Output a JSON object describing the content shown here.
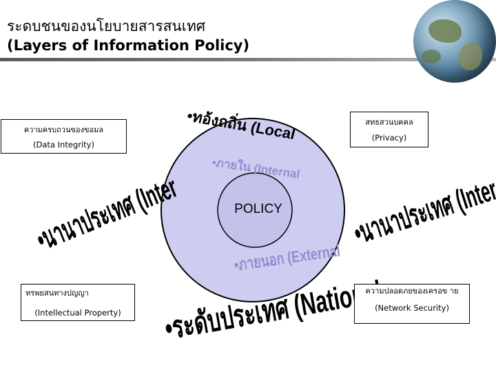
{
  "title": {
    "thai": "ระดบชนของนโยบายสารสนเทศ",
    "english": "(Layers of Information Policy)"
  },
  "center": {
    "label": "POLICY"
  },
  "rings": {
    "local": "•ทอ้งถถิ่น (Local",
    "internal": "•ภายใน (Internal",
    "external": "•ภายนอก (External"
  },
  "outer_labels": {
    "international_left": "•นานาประเทศ (Inter",
    "international_right": "•นานาประเทศ (Inter",
    "national": "•ระดับประเทศ (National"
  },
  "boxes": {
    "data_integrity": {
      "thai": "ความครบถวนของขอมล",
      "english": "(Data Integrity)"
    },
    "privacy": {
      "thai": "สทธสวนบคคล",
      "english": "(Privacy)"
    },
    "intellectual_property": {
      "thai": "ทรพยสนทางปญญา",
      "english": "(Intellectual Property)"
    },
    "network_security": {
      "thai": "ความปลอดภยของเครอข าย",
      "english": "(Network Security)"
    }
  },
  "colors": {
    "outer_circle": "#cdcdf2",
    "inner_circle": "#c2c2ea",
    "ring_text": "#8f8fce"
  }
}
